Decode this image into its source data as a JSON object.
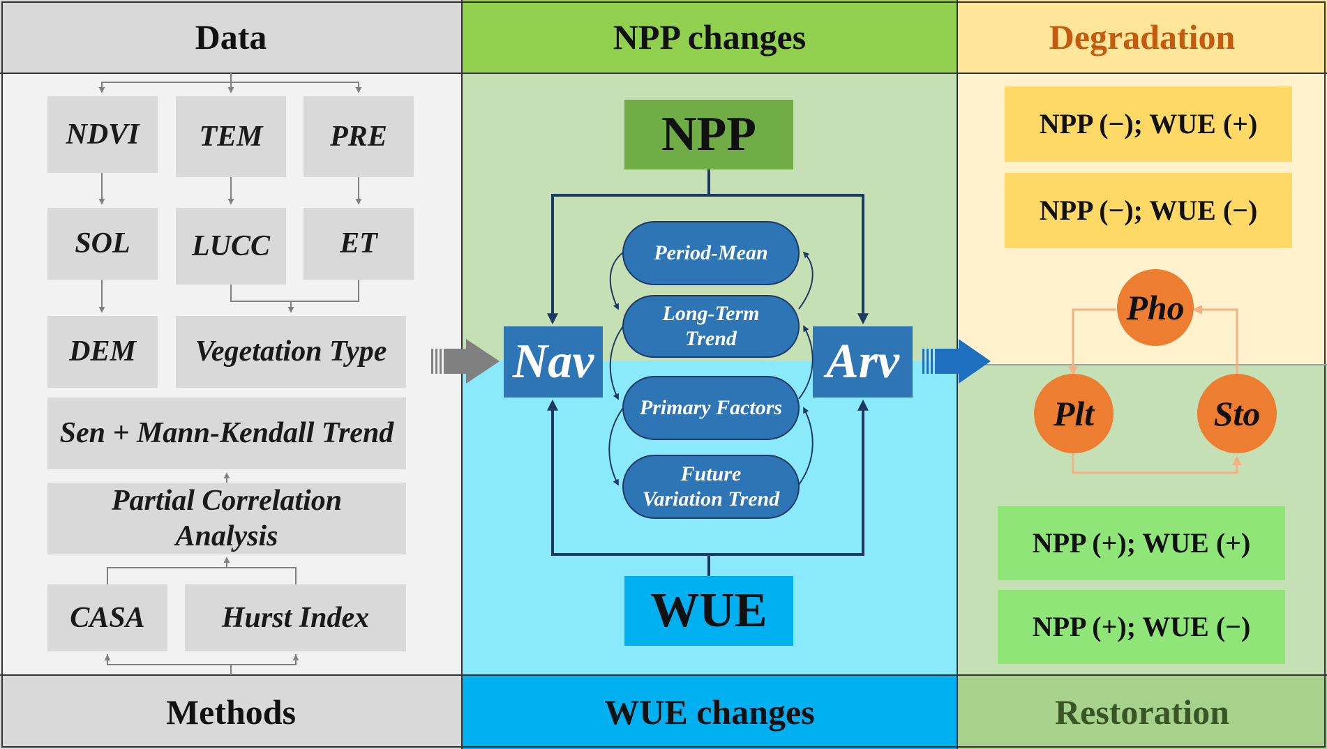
{
  "headers": {
    "data": "Data",
    "methods": "Methods",
    "npp_changes": "NPP changes",
    "wue_changes": "WUE changes",
    "degradation": "Degradation",
    "restoration": "Restoration"
  },
  "data_panel": {
    "ndvi": "NDVI",
    "tem": "TEM",
    "pre": "PRE",
    "sol": "SOL",
    "lucc": "LUCC",
    "et": "ET",
    "dem": "DEM",
    "vegetation_type": "Vegetation Type",
    "sen_mk": "Sen + Mann-Kendall Trend",
    "partial_correlation": "Partial Correlation Analysis",
    "casa": "CASA",
    "hurst": "Hurst Index"
  },
  "center_panel": {
    "npp": "NPP",
    "wue": "WUE",
    "nav": "Nav",
    "arv": "Arv",
    "period_mean": "Period-Mean",
    "long_term_trend": "Long-Term Trend",
    "primary_factors": "Primary Factors",
    "future_trend": "Future Variation Trend"
  },
  "right_panel": {
    "deg_1": "NPP (−); WUE (+)",
    "deg_2": "NPP (−); WUE (−)",
    "pho": "Pho",
    "plt": "Plt",
    "sto": "Sto",
    "res_1": "NPP (+); WUE (+)",
    "res_2": "NPP (+); WUE (−)"
  },
  "colors": {
    "header_gray": "#d9d9d9",
    "data_bg": "#f2f2f2",
    "box_gray": "#d9d9d9",
    "npp_header": "#92d050",
    "npp_bg": "#c5e0b4",
    "wue_header": "#00b0f0",
    "wue_bg": "#8ae9fb",
    "navy": "#2e75b6",
    "dark_line": "#1f3864",
    "degradation_header": "#ffe699",
    "degradation_bg": "#fff2cc",
    "degradation_text": "#c55a11",
    "degradation_box": "#ffd966",
    "restoration_header": "#a9d18e",
    "restoration_text": "#375623",
    "restoration_box": "#8fe577",
    "circle_orange": "#ed7d31",
    "circle_line": "#f4b183"
  }
}
